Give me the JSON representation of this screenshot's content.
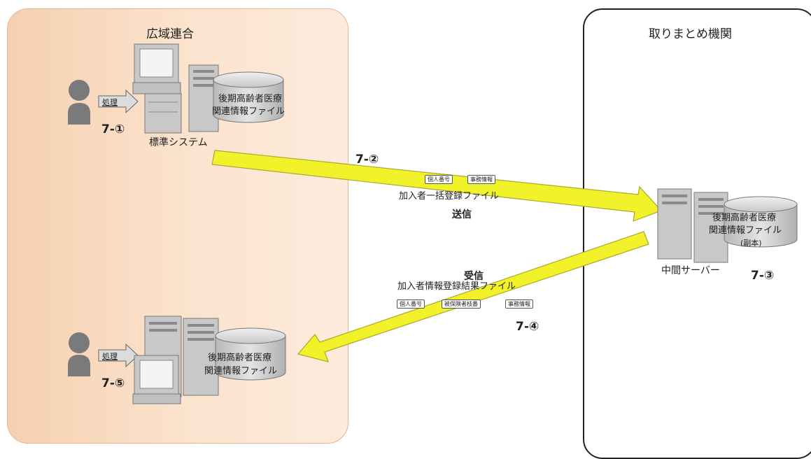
{
  "regions": {
    "left_title": "広域連合",
    "right_title": "取りまとめ機関"
  },
  "top_system": {
    "process_label": "処理",
    "step": "7-①",
    "system_label": "標準システム",
    "db_label_line1": "後期高齢者医療",
    "db_label_line2": "関連情報ファイル"
  },
  "bottom_system": {
    "process_label": "処理",
    "step": "7-⑤",
    "db_label_line1": "後期高齢者医療",
    "db_label_line2": "関連情報ファイル"
  },
  "server": {
    "label": "中間サーバー",
    "db_label_line1": "後期高齢者医療",
    "db_label_line2": "関連情報ファイル",
    "db_label_line3": "(副本)",
    "step": "7-③"
  },
  "send": {
    "step": "7-②",
    "tags": [
      "個人番号",
      "事務情報"
    ],
    "file_label": "加入者一括登録ファイル",
    "action": "送信"
  },
  "receive": {
    "action": "受信",
    "file_label": "加入者情報登録結果ファイル",
    "tags": [
      "個人番号",
      "被保険者枝番",
      "事務情報"
    ],
    "step": "7-④"
  },
  "colors": {
    "arrow_fill": "#f2f22a",
    "arrow_stroke": "#a8a830",
    "machine_fill": "#c8c8c8",
    "left_region": "#f8d8bd"
  }
}
